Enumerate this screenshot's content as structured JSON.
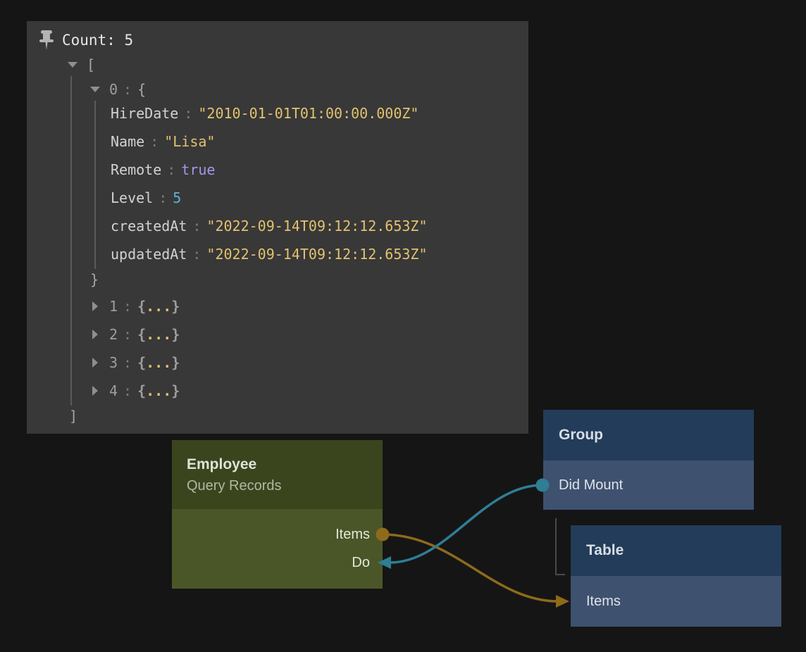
{
  "panel": {
    "title": "Count: 5",
    "colon": ":",
    "bracket_open": "[",
    "bracket_close": "]",
    "item0": {
      "index": "0",
      "brace_open": "{",
      "brace_close": "}"
    },
    "props": [
      {
        "key": "HireDate",
        "value": "\"2010-01-01T01:00:00.000Z\"",
        "type": "string"
      },
      {
        "key": "Name",
        "value": "\"Lisa\"",
        "type": "string"
      },
      {
        "key": "Remote",
        "value": "true",
        "type": "boolean"
      },
      {
        "key": "Level",
        "value": "5",
        "type": "number"
      },
      {
        "key": "createdAt",
        "value": "\"2022-09-14T09:12:12.653Z\"",
        "type": "string"
      },
      {
        "key": "updatedAt",
        "value": "\"2022-09-14T09:12:12.653Z\"",
        "type": "string"
      }
    ],
    "collapsed_items": [
      {
        "index": "1",
        "brace_open": "{",
        "dots": "...",
        "brace_close": "}"
      },
      {
        "index": "2",
        "brace_open": "{",
        "dots": "...",
        "brace_close": "}"
      },
      {
        "index": "3",
        "brace_open": "{",
        "dots": "...",
        "brace_close": "}"
      },
      {
        "index": "4",
        "brace_open": "{",
        "dots": "...",
        "brace_close": "}"
      }
    ]
  },
  "nodes": {
    "employee": {
      "title": "Employee",
      "subtitle": "Query Records",
      "output_port": "Items",
      "input_port": "Do"
    },
    "group": {
      "title": "Group",
      "output_port": "Did Mount"
    },
    "table": {
      "title": "Table",
      "input_port": "Items"
    }
  },
  "connections": [
    {
      "from": "Group.Did Mount",
      "to": "Employee.Do",
      "color": "#2e7e94"
    },
    {
      "from": "Employee.Items",
      "to": "Table.Items",
      "color": "#8e6a1b"
    }
  ],
  "colors": {
    "canvas_bg": "#151515",
    "panel_bg": "#383838",
    "signal_teal": "#2e7e94",
    "data_orange": "#8e6a1b",
    "string": "#e3c270",
    "boolean": "#a495ec",
    "number": "#5cb3cd",
    "green_node_header": "#3a451d",
    "green_node_body": "#4b5628",
    "blue_node_header": "#233c5a",
    "blue_node_body": "#3e516f"
  }
}
